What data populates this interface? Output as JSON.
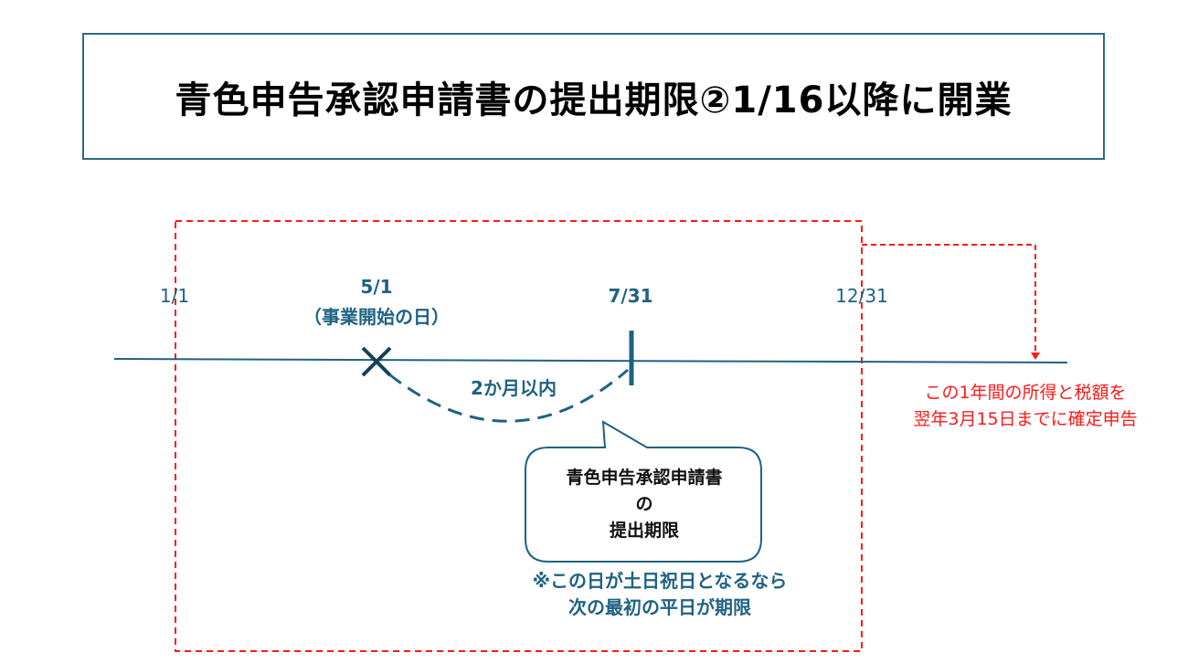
{
  "title": "青色申告承認申請書の提出期限②1/16以降に開業",
  "timeline": {
    "start_label": "1/1",
    "start_business_date": "5/1",
    "start_business_note": "（事業開始の日）",
    "deadline_date": "7/31",
    "end_label": "12/31",
    "interval_label": "2か月以内"
  },
  "callout": {
    "line1": "青色申告承認申請書",
    "line2": "の",
    "line3": "提出期限"
  },
  "note": {
    "line1": "※この日が土日祝日となるなら",
    "line2": "次の最初の平日が期限"
  },
  "tax_return": {
    "line1": "この1年間の所得と税額を",
    "line2": "翌年3月15日までに確定申告"
  },
  "colors": {
    "teal": "#1f6283",
    "red": "#ff1a1a"
  }
}
